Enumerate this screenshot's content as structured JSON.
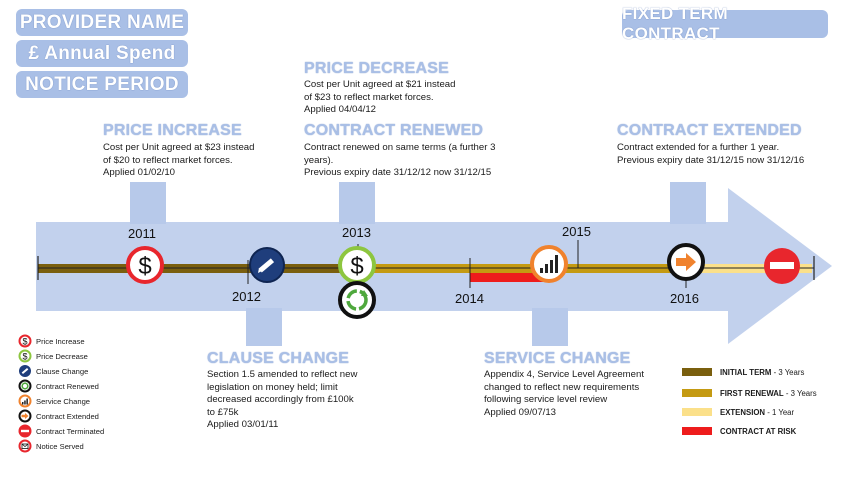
{
  "header": {
    "provider_name": "PROVIDER NAME",
    "annual_spend": "£ Annual Spend",
    "notice_period": "NOTICE PERIOD",
    "contract_type": "FIXED TERM CONTRACT"
  },
  "events": {
    "price_decrease": {
      "title": "PRICE DECREASE",
      "text": "Cost per Unit agreed at $21 instead\nof $23 to reflect market forces.\nApplied 04/04/12"
    },
    "price_increase": {
      "title": "PRICE INCREASE",
      "text": "Cost per Unit agreed at $23 instead\nof $20 to reflect market forces.\nApplied 01/02/10"
    },
    "contract_renewed": {
      "title": "CONTRACT RENEWED",
      "text": "Contract renewed on same terms (a further 3\nyears).\nPrevious expiry date 31/12/12 now 31/12/15"
    },
    "contract_extended": {
      "title": "CONTRACT EXTENDED",
      "text": "Contract extended for a further 1 year.\nPrevious expiry date 31/12/15 now 31/12/16"
    },
    "clause_change": {
      "title": "CLAUSE CHANGE",
      "text": "Section 1.5 amended to reflect new\nlegislation on money held; limit\ndecreased accordingly from £100k\nto £75k\nApplied 03/01/11"
    },
    "service_change": {
      "title": "SERVICE CHANGE",
      "text": "Appendix 4, Service Level Agreement\nchanged to reflect new requirements\nfollowing service level review\nApplied 09/07/13"
    }
  },
  "timeline": {
    "years": [
      "2011",
      "2012",
      "2013",
      "2014",
      "2015",
      "2016"
    ],
    "icons": [
      "dollar-icon",
      "pen-icon",
      "dollar-icon",
      "recycle-icon",
      "bar-chart-icon",
      "arrow-right-icon",
      "no-entry-icon"
    ]
  },
  "legend": [
    {
      "icon": "dollar-icon",
      "label": "Price Increase",
      "color": "#e8262d"
    },
    {
      "icon": "dollar-icon",
      "label": "Price Decrease",
      "color": "#8dc63f"
    },
    {
      "icon": "pen-icon",
      "label": "Clause Change",
      "color": "#1f3e7c"
    },
    {
      "icon": "recycle-icon",
      "label": "Contract Renewed",
      "color": "#1b1b1b"
    },
    {
      "icon": "bar-chart-icon",
      "label": "Service Change",
      "color": "#f0822d"
    },
    {
      "icon": "arrow-right-icon",
      "label": "Contract Extended",
      "color": "#1b1b1b"
    },
    {
      "icon": "no-entry-icon",
      "label": "Contract Terminated",
      "color": "#e8262d"
    },
    {
      "icon": "envelope-icon",
      "label": "Notice Served",
      "color": "#e8262d"
    }
  ],
  "term_key": [
    {
      "bold": "INITIAL TERM",
      "rest": " - 3 Years",
      "color": "#7a5f0e"
    },
    {
      "bold": "FIRST RENEWAL",
      "rest": " - 3 Years",
      "color": "#c49a12"
    },
    {
      "bold": "EXTENSION",
      "rest": " - 1 Year",
      "color": "#fbe08a"
    },
    {
      "bold": "CONTRACT AT RISK",
      "rest": "",
      "color": "#ee1c1c"
    }
  ],
  "colors": {
    "accent": "#a9bfe6",
    "initial_term": "#7a5f0e",
    "first_renewal": "#c49a12",
    "extension": "#fbe08a",
    "at_risk": "#ee1c1c"
  }
}
